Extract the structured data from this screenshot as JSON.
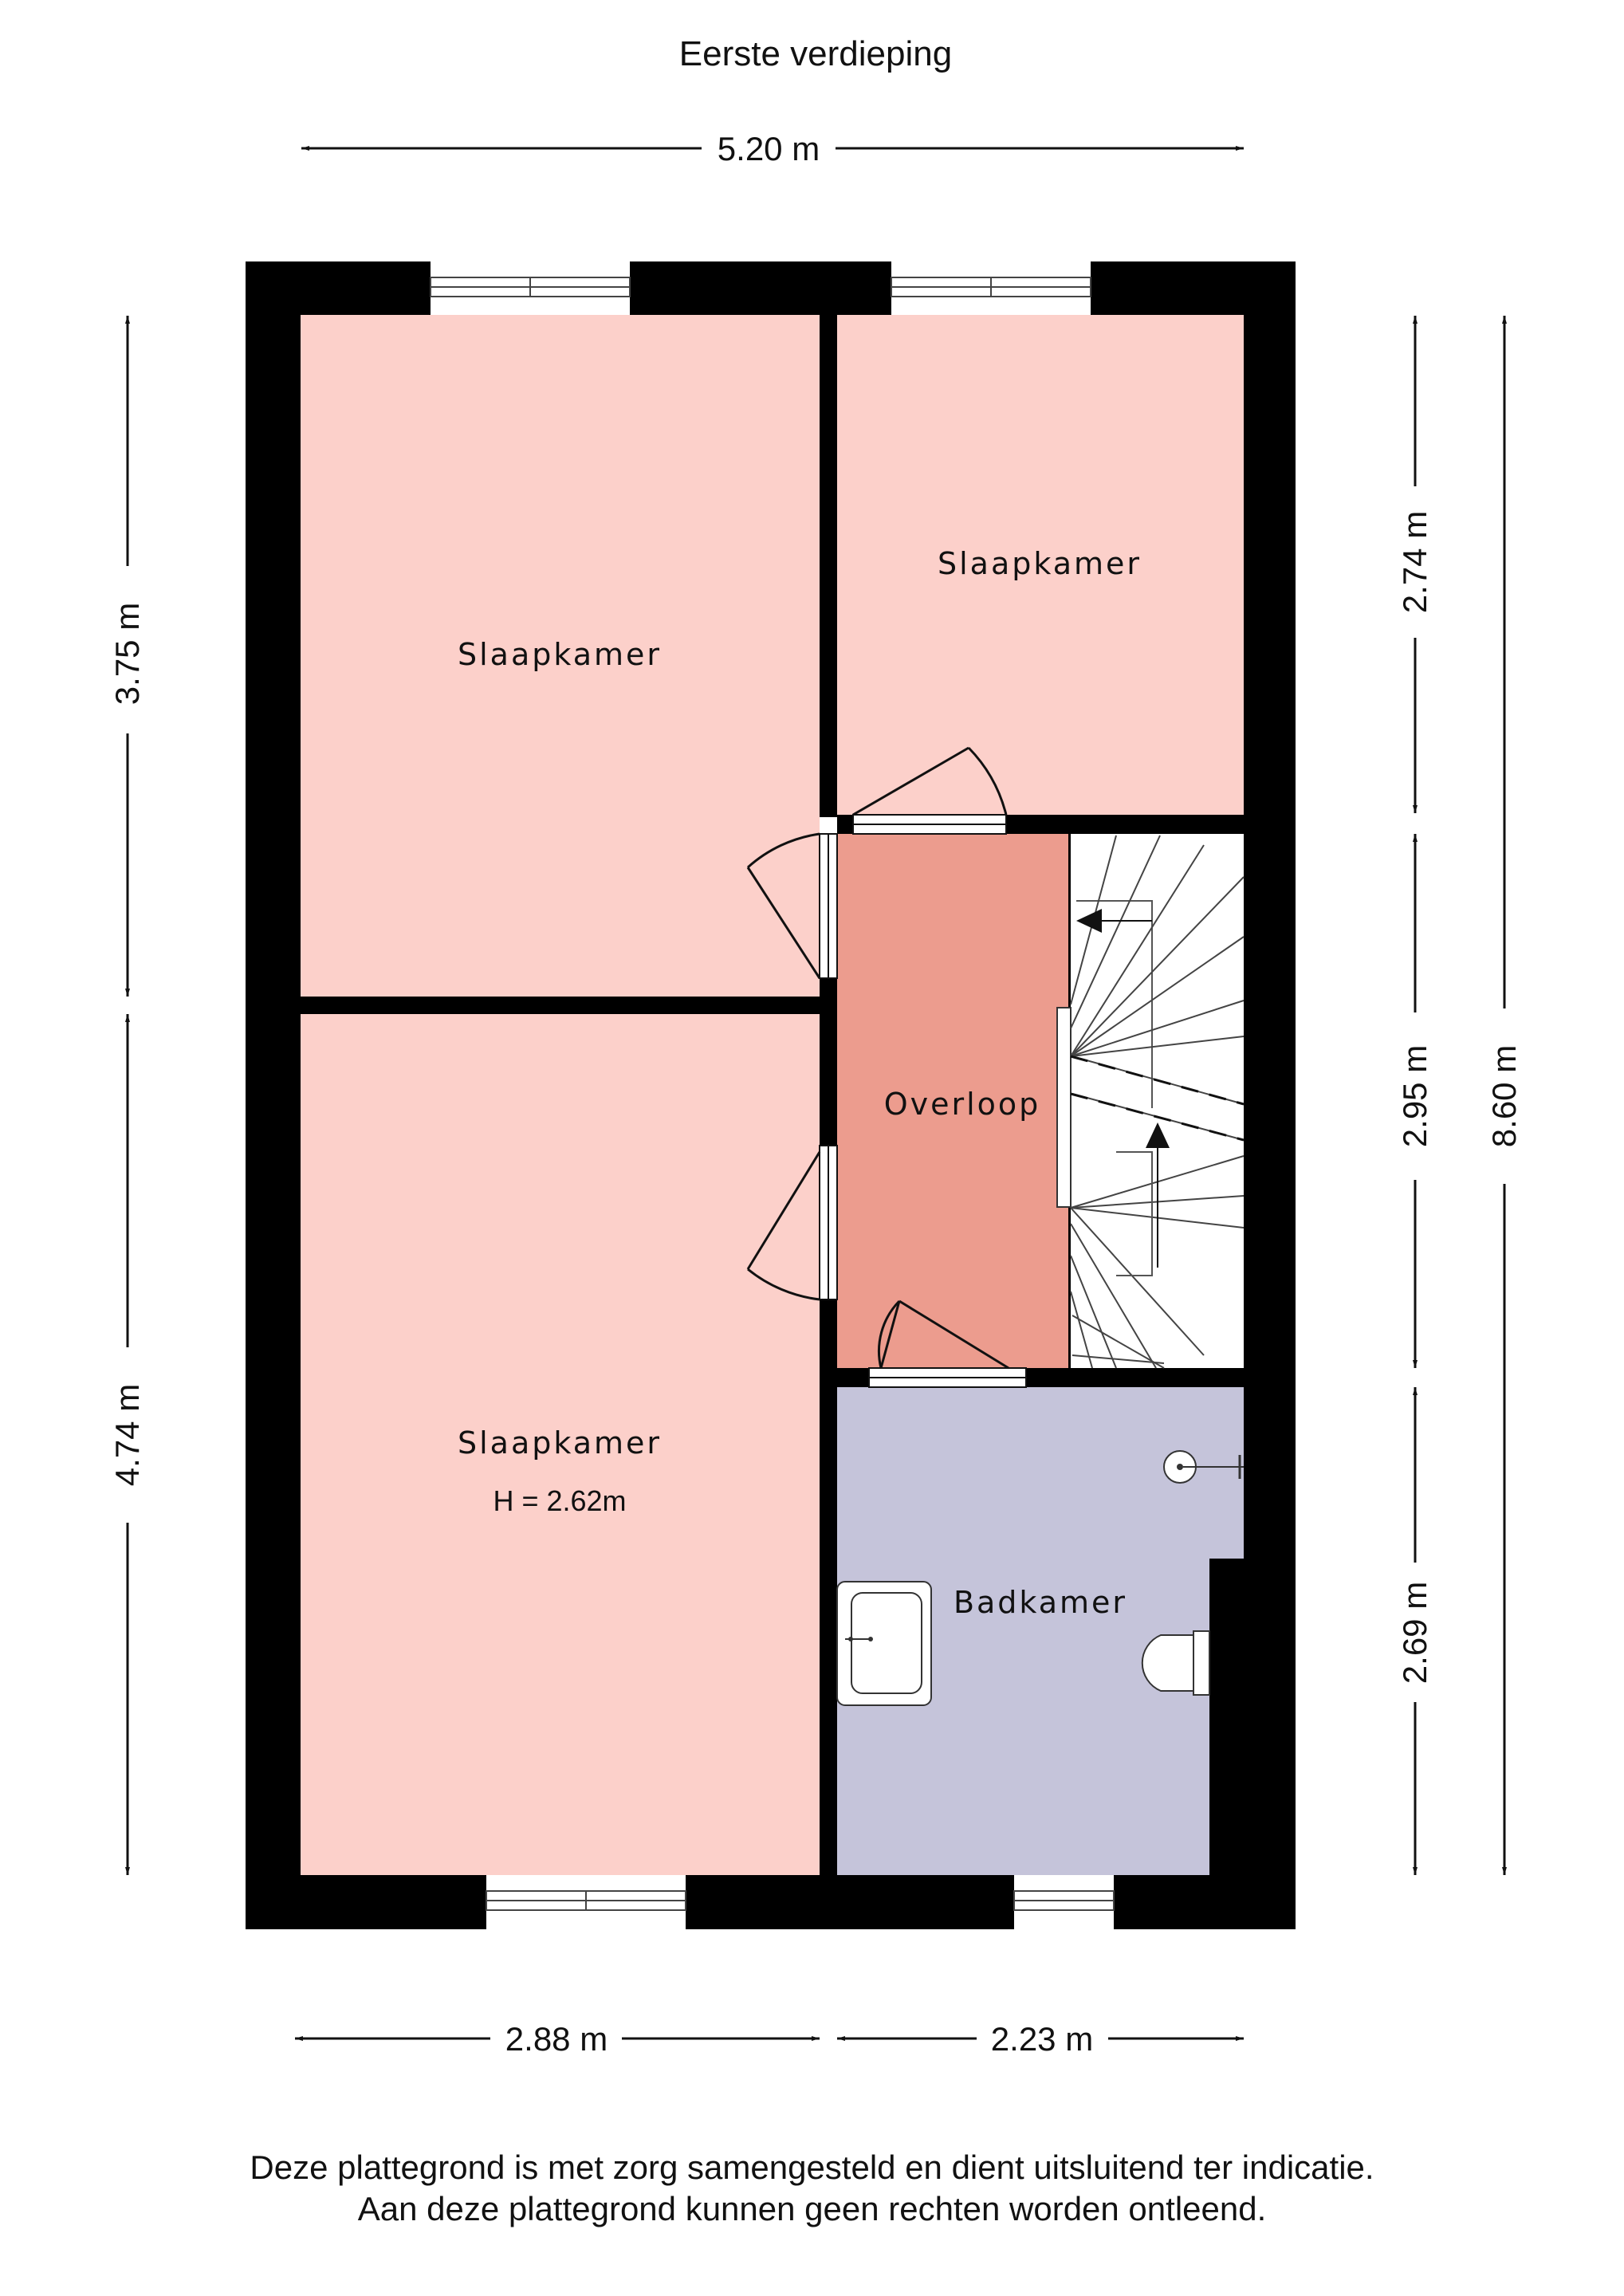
{
  "title": "Eerste verdieping",
  "dimensions": {
    "top_width": "5.20 m",
    "left_top": "3.75 m",
    "left_bottom": "4.74 m",
    "right_top": "2.74 m",
    "right_middle": "2.95 m",
    "right_bottom": "2.69 m",
    "right_total": "8.60 m",
    "bottom_left": "2.88 m",
    "bottom_right": "2.23 m"
  },
  "rooms": {
    "bedroom_top_left": "Slaapkamer",
    "bedroom_top_right": "Slaapkamer",
    "bedroom_bottom_left": "Slaapkamer",
    "ceiling_height": "H = 2.62m",
    "landing": "Overloop",
    "bathroom": "Badkamer"
  },
  "colors": {
    "bedroom": "#FCD0CA",
    "landing": "#EC9C8E",
    "bathroom": "#C5C4DA",
    "wall": "#000000"
  },
  "disclaimer": {
    "line1": "Deze plattegrond is met zorg samengesteld en dient uitsluitend ter indicatie.",
    "line2": "Aan deze plattegrond kunnen geen rechten worden ontleend."
  }
}
